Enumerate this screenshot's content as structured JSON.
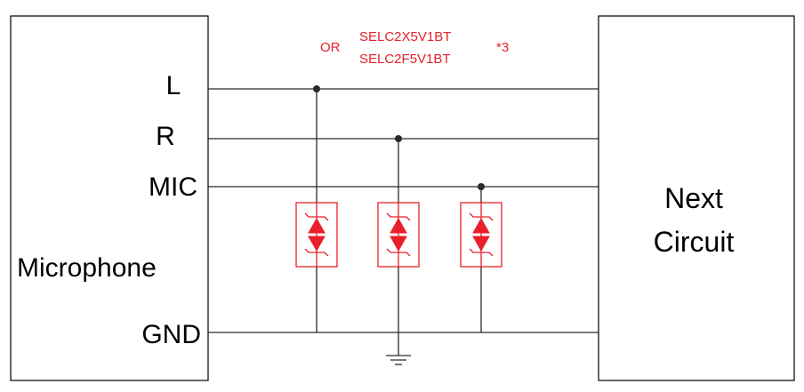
{
  "left_block": {
    "title": "Microphone",
    "pins": {
      "l": "L",
      "r": "R",
      "mic": "MIC",
      "gnd": "GND"
    }
  },
  "right_block": {
    "line1": "Next",
    "line2": "Circuit"
  },
  "part_note": {
    "or": "OR",
    "part1": "SELC2X5V1BT",
    "part2": "SELC2F5V1BT",
    "qty": "*3"
  },
  "colors": {
    "accent": "#e8202a",
    "wire": "#2a2a2a",
    "text": "#000000"
  },
  "icons": {
    "protector": "bidirectional-tvs-diode-icon",
    "ground": "ground-icon"
  }
}
